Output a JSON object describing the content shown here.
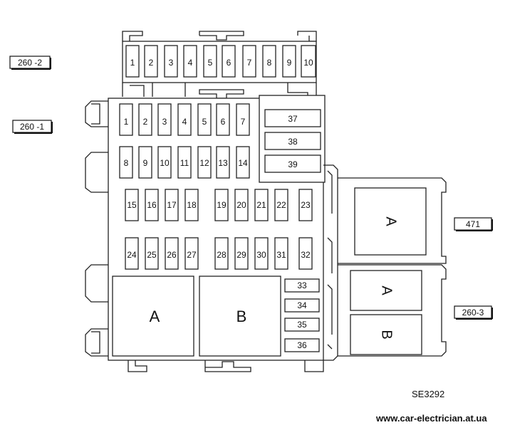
{
  "labels": {
    "block_260_2": "260 -2",
    "block_260_1": "260 -1",
    "block_471": "471",
    "block_260_3": "260-3"
  },
  "top_fuse_row": [
    "1",
    "2",
    "3",
    "4",
    "5",
    "6",
    "7",
    "8",
    "9",
    "10"
  ],
  "main_fuses": {
    "row1": [
      "1",
      "2",
      "3",
      "4",
      "5",
      "6",
      "7"
    ],
    "row2": [
      "8",
      "9",
      "10",
      "11",
      "12",
      "13",
      "14"
    ],
    "row3": [
      "15",
      "16",
      "17",
      "18",
      "19",
      "20",
      "21",
      "22",
      "23"
    ],
    "row4": [
      "24",
      "25",
      "26",
      "27",
      "28",
      "29",
      "30",
      "31",
      "32"
    ],
    "right_upper": [
      "37",
      "38",
      "39"
    ],
    "right_lower": [
      "33",
      "34",
      "35",
      "36"
    ]
  },
  "relays": {
    "main_a": "A",
    "main_b": "B",
    "box_471_a": "A",
    "box_260_3_a": "A",
    "box_260_3_b": "B"
  },
  "figure_code": "SE3292",
  "source_url": "www.car-electrician.at.ua"
}
